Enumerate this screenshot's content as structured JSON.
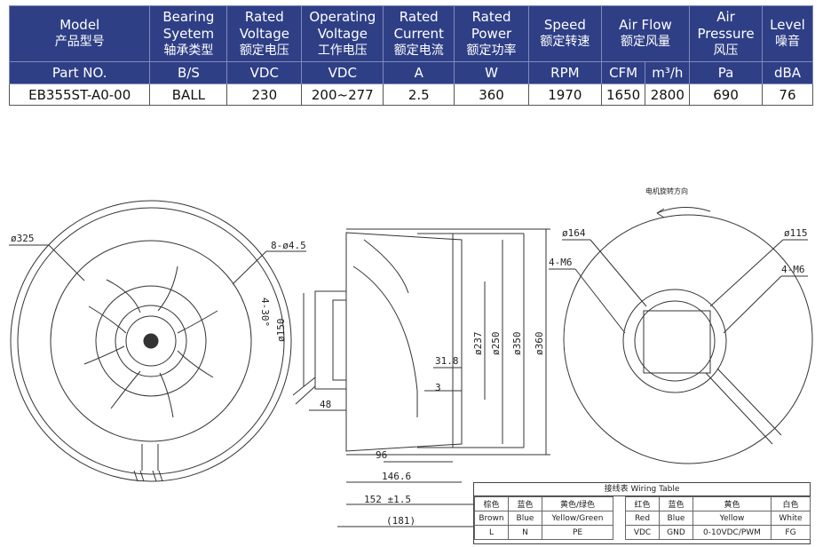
{
  "spec_table": {
    "headers": [
      {
        "en": "Model",
        "zh": "产品型号"
      },
      {
        "en": "Bearing Syetem",
        "zh": "轴承类型"
      },
      {
        "en": "Rated Voltage",
        "zh": "额定电压"
      },
      {
        "en": "Operating Voltage",
        "zh": "工作电压"
      },
      {
        "en": "Rated Current",
        "zh": "额定电流"
      },
      {
        "en": "Rated Power",
        "zh": "额定功率"
      },
      {
        "en": "Speed",
        "zh": "额定转速"
      },
      {
        "en": "Air Flow",
        "zh": "额定风量"
      },
      {
        "en": "Air Pressure",
        "zh": "风压"
      },
      {
        "en": "Level",
        "zh": "噪音"
      }
    ],
    "units": [
      "Part NO.",
      "B/S",
      "VDC",
      "VDC",
      "A",
      "W",
      "RPM",
      "CFM",
      "m³/h",
      "Pa",
      "dBA"
    ],
    "values": [
      "EB355ST-A0-00",
      "BALL",
      "230",
      "200~277",
      "2.5",
      "360",
      "1970",
      "1650",
      "2800",
      "690",
      "76"
    ]
  },
  "drawing": {
    "front_dims": {
      "outer_dia": "ø325",
      "holes": "8-ø4.5",
      "angle": "4-30°"
    },
    "side_dims": {
      "d150": "ø150",
      "d237": "ø237",
      "d250": "ø250",
      "d350": "ø350",
      "d360": "ø360",
      "w31_8": "31.8",
      "w3": "3",
      "w48": "48",
      "w96": "96",
      "w146_6": "146.6",
      "w152": "152 ±1.5",
      "w181": "(181)"
    },
    "rear_dims": {
      "rotation_label": "电机旋转方向",
      "d164": "ø164",
      "d115": "ø115",
      "m6_left": "4-M6",
      "m6_right": "4-M6"
    }
  },
  "wiring_table": {
    "title": "接线表 Wiring Table",
    "cn": [
      "棕色",
      "蓝色",
      "黄色/绿色",
      "红色",
      "蓝色",
      "黄色",
      "白色"
    ],
    "en": [
      "Brown",
      "Blue",
      "Yellow/Green",
      "Red",
      "Blue",
      "Yellow",
      "White"
    ],
    "func": [
      "L",
      "N",
      "PE",
      "VDC",
      "GND",
      "0-10VDC/PWM",
      "FG"
    ]
  }
}
